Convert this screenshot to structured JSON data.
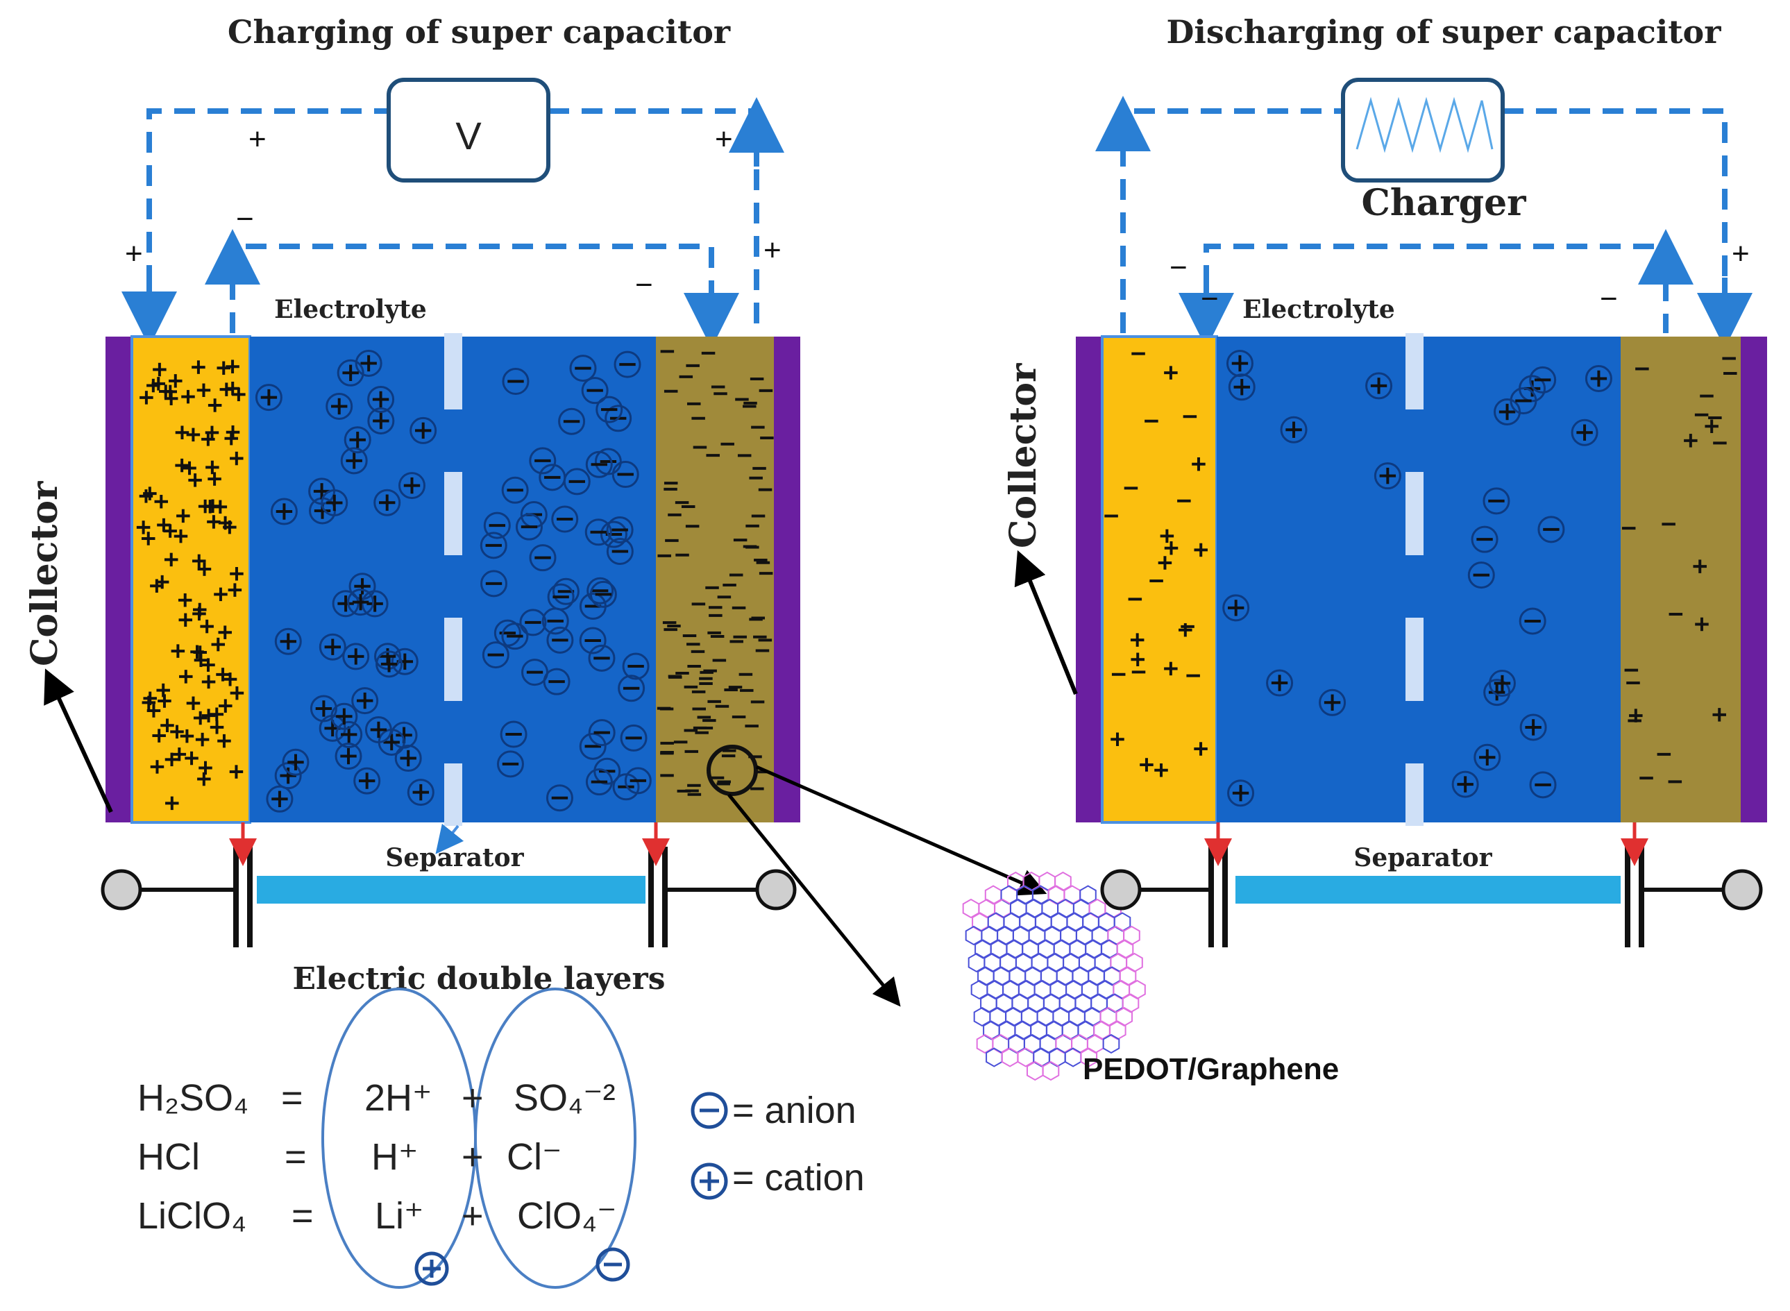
{
  "left_panel": {
    "title": "Charging of super capacitor",
    "meter_label": "V",
    "electrolyte_label": "Electrolyte",
    "separator_label": "Separator",
    "collector_label": "Collector",
    "double_layer_label": "Electric double layers"
  },
  "right_panel": {
    "title": "Discharging of super capacitor",
    "charger_label": "Charger",
    "electrolyte_label": "Electrolyte",
    "separator_label": "Separator",
    "collector_label": "Collector"
  },
  "inset_label": "PEDOT/Graphene",
  "equations": [
    {
      "acid": "H₂SO₄",
      "eq": "=",
      "cation": "2H⁺",
      "plus": "+",
      "anion": "SO₄⁻²"
    },
    {
      "acid": "HCl",
      "eq": "=",
      "cation": "H⁺",
      "plus": "+",
      "anion": "Cl⁻"
    },
    {
      "acid": "LiClO₄",
      "eq": "=",
      "cation": "Li⁺",
      "plus": "+",
      "anion": "ClO₄⁻"
    }
  ],
  "legend": {
    "anion": "= anion",
    "cation": "= cation"
  },
  "colors": {
    "electrolyte": "#1565c8",
    "positive_electrode": "#fbbf0f",
    "negative_electrode": "#a08a3a",
    "collector": "#6a1fa0",
    "wire": "#2a7fd4",
    "separator_bar": "#29abe2",
    "arrow_red": "#e03030"
  }
}
